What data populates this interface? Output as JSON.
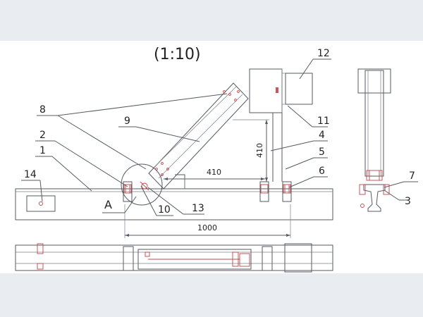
{
  "scale_label": "(1:10)",
  "view_letter": "A",
  "dimensions": {
    "diag_horizontal": "410",
    "diag_vertical": "410",
    "base_length": "1000"
  },
  "callouts": [
    "1",
    "2",
    "3",
    "4",
    "5",
    "6",
    "7",
    "8",
    "9",
    "10",
    "11",
    "12",
    "13",
    "14"
  ],
  "colors": {
    "background": "#e9edf2",
    "sheet": "#ffffff",
    "line": "#555a62",
    "accent": "#c0454a"
  }
}
